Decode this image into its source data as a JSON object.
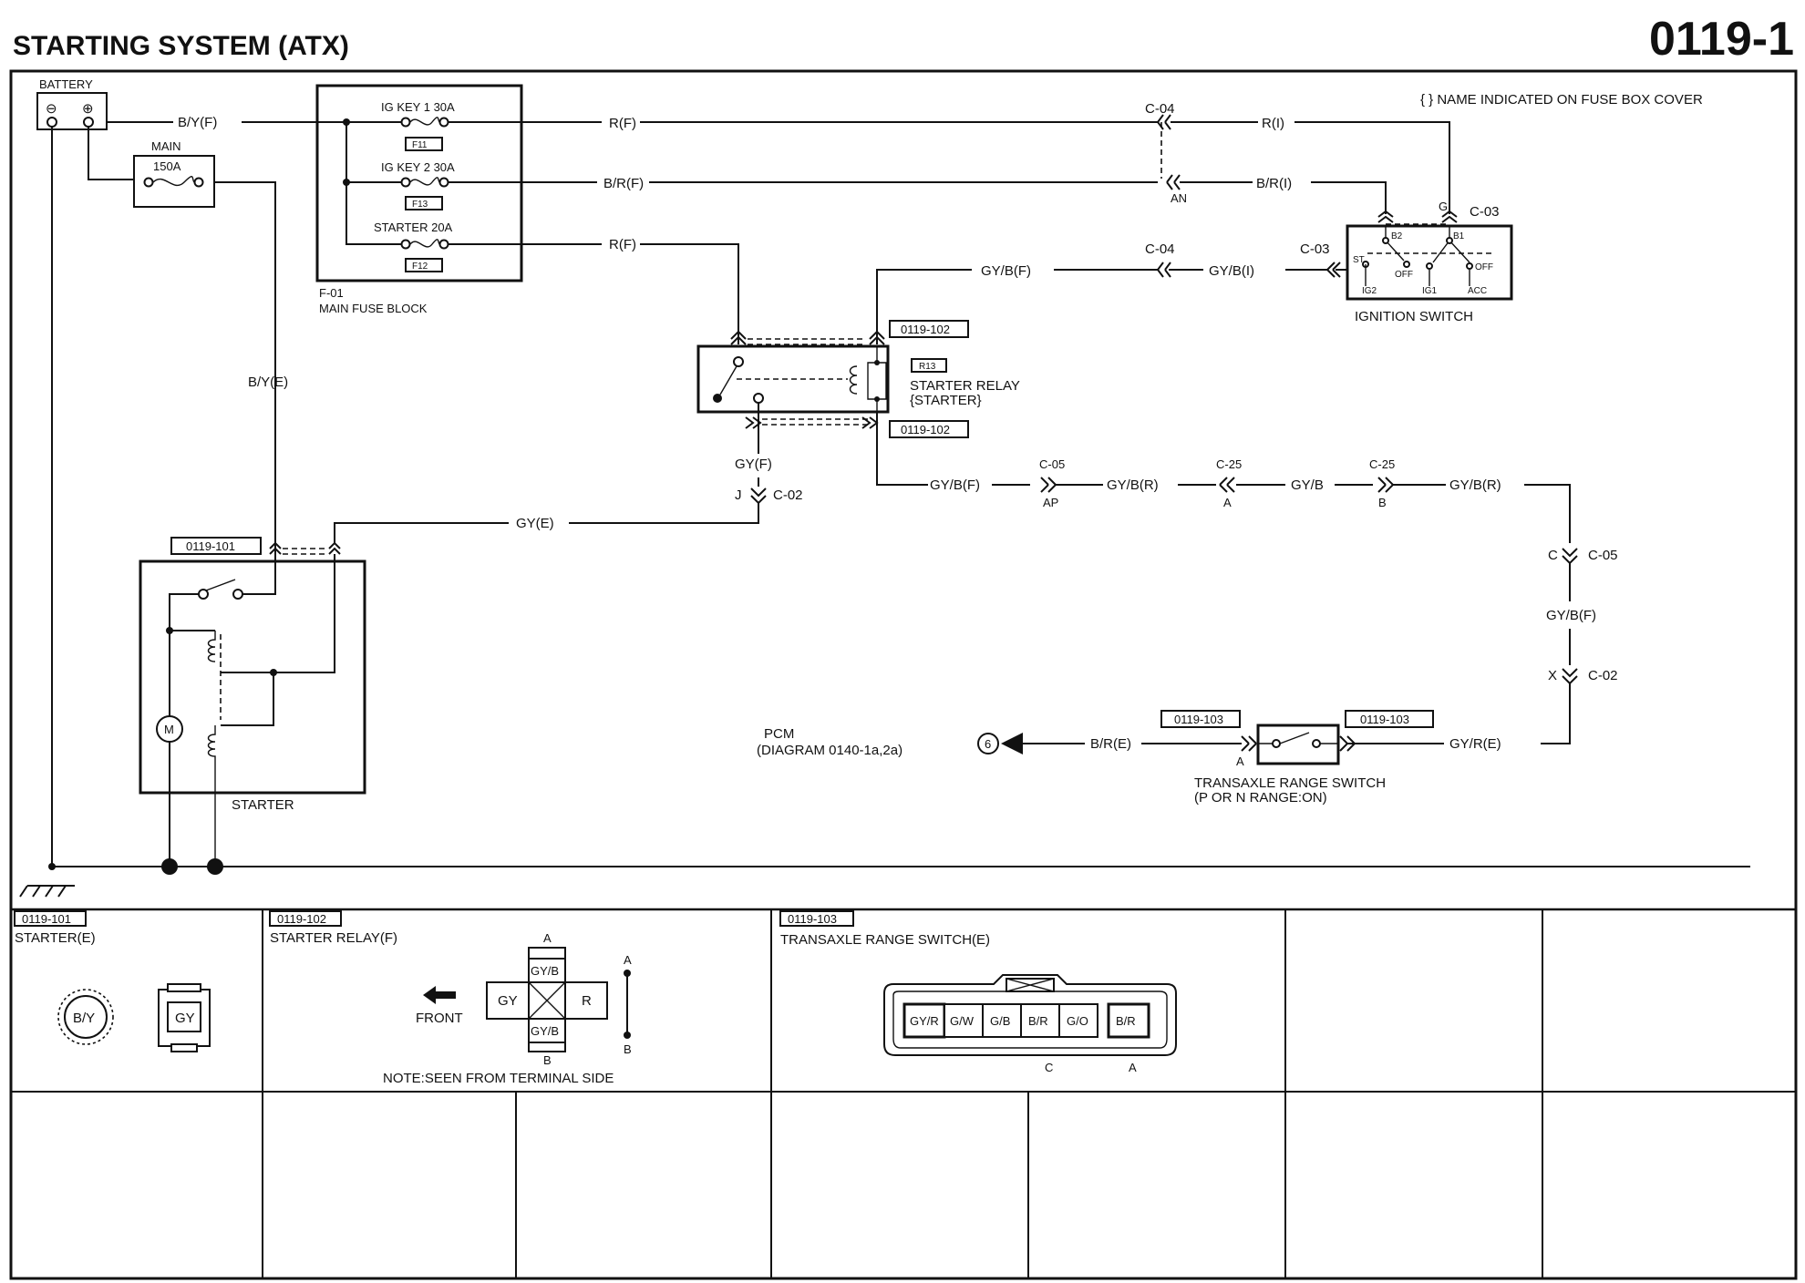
{
  "header": {
    "title": "STARTING SYSTEM (ATX)",
    "page_no": "0119-1"
  },
  "note": "{ } NAME INDICATED ON FUSE BOX COVER",
  "battery": {
    "label": "BATTERY",
    "neg": "⊖",
    "pos": "⊕"
  },
  "main_fuse": {
    "name": "MAIN",
    "rating": "150A"
  },
  "fuse_block": {
    "id": "F-01",
    "name": "MAIN FUSE BLOCK",
    "fuses": [
      {
        "name": "IG KEY 1 30A",
        "code": "F11"
      },
      {
        "name": "IG KEY 2 30A",
        "code": "F13"
      },
      {
        "name": "STARTER 20A",
        "code": "F12"
      }
    ]
  },
  "wires": {
    "by_f": "B/Y(F)",
    "r_f_1": "R(F)",
    "br_f": "B/R(F)",
    "r_f_2": "R(F)",
    "r_i": "R(I)",
    "br_i": "B/R(I)",
    "gyb_f_top": "GY/B(F)",
    "gyb_i": "GY/B(I)",
    "by_e": "B/Y(E)",
    "gy_f": "GY(F)",
    "gy_e": "GY(E)",
    "gyb_f_mid": "GY/B(F)",
    "gyb_r_1": "GY/B(R)",
    "gyb": "GY/B",
    "gyb_r_2": "GY/B(R)",
    "gyb_f_right": "GY/B(F)",
    "gyr_e": "GY/R(E)",
    "br_e": "B/R(E)"
  },
  "connectors": {
    "c04_top": "C-04",
    "an": "AN",
    "c04_mid": "C-04",
    "c03_left": "C-03",
    "c03_right": "C-03",
    "g": "G",
    "c05_left": "C-05",
    "ap": "AP",
    "c25_a_label": "C-25",
    "a1": "A",
    "c25_b_label": "C-25",
    "b1": "B",
    "c_pin": "C",
    "c05_right": "C-05",
    "x_pin": "X",
    "c02_right": "C-02",
    "j_pin": "J",
    "c02_left": "C-02",
    "a_trs": "A"
  },
  "ignition": {
    "name": "IGNITION SWITCH",
    "terms": {
      "b2": "B2",
      "b1": "B1",
      "st": "ST",
      "off1": "OFF",
      "off2": "OFF",
      "ig2": "IG2",
      "ig1": "IG1",
      "acc": "ACC"
    }
  },
  "starter_relay": {
    "name": "STARTER RELAY",
    "alt": "{STARTER}",
    "code": "R13",
    "ref_top": "0119-102",
    "ref_bottom": "0119-102"
  },
  "starter": {
    "name": "STARTER",
    "ref": "0119-101",
    "motor": "M"
  },
  "pcm": {
    "name": "PCM",
    "diagram": "(DIAGRAM 0140-1a,2a)",
    "ref_num": "6"
  },
  "transaxle": {
    "name": "TRANSAXLE RANGE SWITCH",
    "cond": "(P OR N RANGE:ON)",
    "ref_left": "0119-103",
    "ref_right": "0119-103"
  },
  "bottom": {
    "starter_conn": {
      "ref": "0119-101",
      "name": "STARTER(E)",
      "pins": [
        "B/Y",
        "GY"
      ]
    },
    "relay_conn": {
      "ref": "0119-102",
      "name": "STARTER RELAY(F)",
      "front": "FRONT",
      "pins": {
        "top": "GY/B",
        "left": "GY",
        "right": "R",
        "bottom": "GY/B"
      },
      "a": "A",
      "b": "B",
      "side_a": "A",
      "side_b": "B",
      "note": "NOTE:SEEN FROM TERMINAL SIDE"
    },
    "trs_conn": {
      "ref": "0119-103",
      "name": "TRANSAXLE RANGE SWITCH(E)",
      "pins": [
        "GY/R",
        "G/W",
        "G/B",
        "B/R",
        "G/O",
        "B/R"
      ],
      "c": "C",
      "a": "A"
    }
  }
}
